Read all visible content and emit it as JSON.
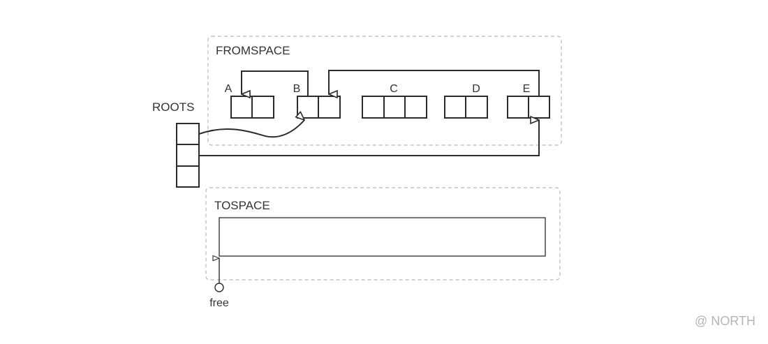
{
  "fromspace": {
    "label": "FROMSPACE",
    "objects": [
      {
        "label": "A",
        "cells": 2
      },
      {
        "label": "B",
        "cells": 2
      },
      {
        "label": "C",
        "cells": 3
      },
      {
        "label": "D",
        "cells": 2
      },
      {
        "label": "E",
        "cells": 2
      }
    ]
  },
  "roots": {
    "label": "ROOTS",
    "cells": 3
  },
  "tospace": {
    "label": "TOSPACE"
  },
  "free_pointer": {
    "label": "free"
  },
  "watermark": "@ NORTH",
  "colors": {
    "stroke": "#2b2b2b",
    "region_border": "#b8b8b8",
    "text": "#333333",
    "watermark": "#b5b5b5"
  }
}
